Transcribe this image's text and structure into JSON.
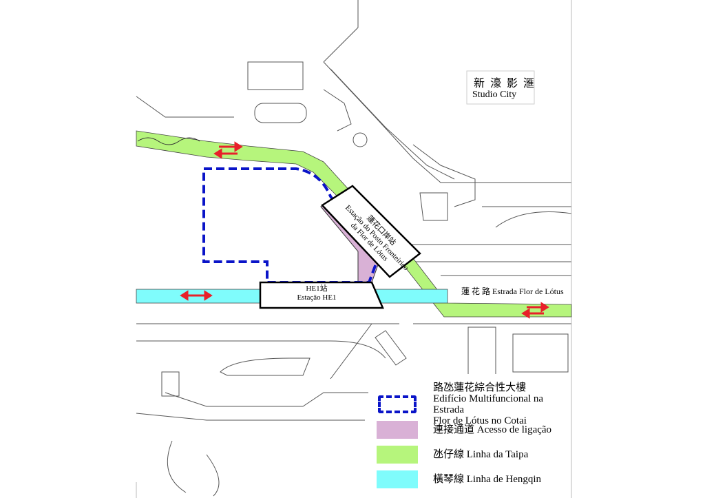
{
  "map": {
    "landmark": {
      "zh": "新 濠 影 滙",
      "en": "Studio City"
    },
    "road": {
      "label": "蓮 花 路 Estrada Flor de Lótus"
    },
    "lotus_station": {
      "zh": "蓮花口岸站",
      "pt_line1": "Estação do Posto Fronteiriço",
      "pt_line2": "da Flor de Lótus"
    },
    "he1_station": {
      "zh": "HE1站",
      "pt": "Estação HE1"
    },
    "colors": {
      "taipa_line": "#b6f57c",
      "hengqin_line": "#7ffcfc",
      "access": "#d9b1d6",
      "building_outline": "#0a14c8",
      "arrow": "#e8202a"
    }
  },
  "legend": {
    "items": [
      {
        "symbol": "blue-dashed-outline",
        "zh": "路氹蓮花綜合性大樓",
        "pt_line1": "Edifício Multifuncional na Estrada",
        "pt_line2": "Flor de Lótus no Cotai"
      },
      {
        "symbol": "pink-fill",
        "label": "連接通道  Acesso de ligação"
      },
      {
        "symbol": "green-fill",
        "label": "氹仔線 Linha da Taipa"
      },
      {
        "symbol": "cyan-fill",
        "label": "橫琴線 Linha de Hengqin"
      }
    ]
  }
}
